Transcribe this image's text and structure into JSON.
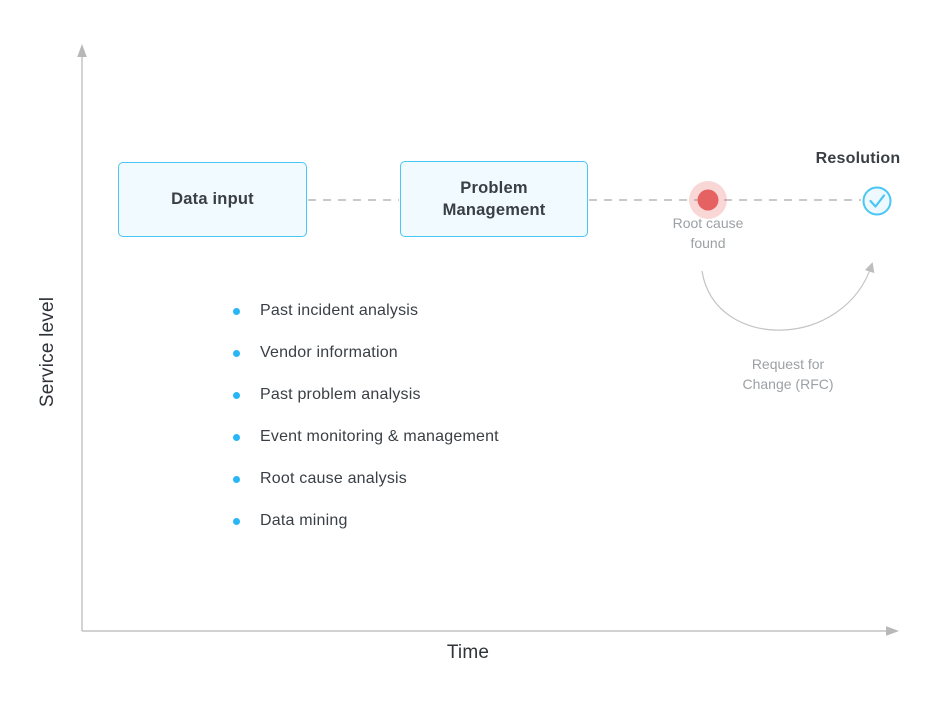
{
  "axes": {
    "y_label": "Service level",
    "x_label": "Time"
  },
  "nodes": {
    "data_input": "Data input",
    "problem_management": "Problem Management",
    "root_cause_found": "Root cause found",
    "resolution": "Resolution"
  },
  "annotations": {
    "rfc": "Request for Change (RFC)"
  },
  "activities": [
    "Past incident analysis",
    "Vendor information",
    "Past problem analysis",
    "Event monitoring & management",
    "Root cause analysis",
    "Data mining"
  ],
  "icons": {
    "resolution_icon": "check-circle-icon",
    "root_cause_icon": "red-dot-marker",
    "rfc_icon": "curved-arrow"
  },
  "colors": {
    "accent": "#4AC6F4",
    "node_fill": "#F1FAFE",
    "bullet": "#29B6F6",
    "red": "#E66161",
    "axis": "#B8B8B8",
    "dash": "#C9C9C9",
    "muted": "#9DA1A5",
    "dark": "#393F45"
  }
}
